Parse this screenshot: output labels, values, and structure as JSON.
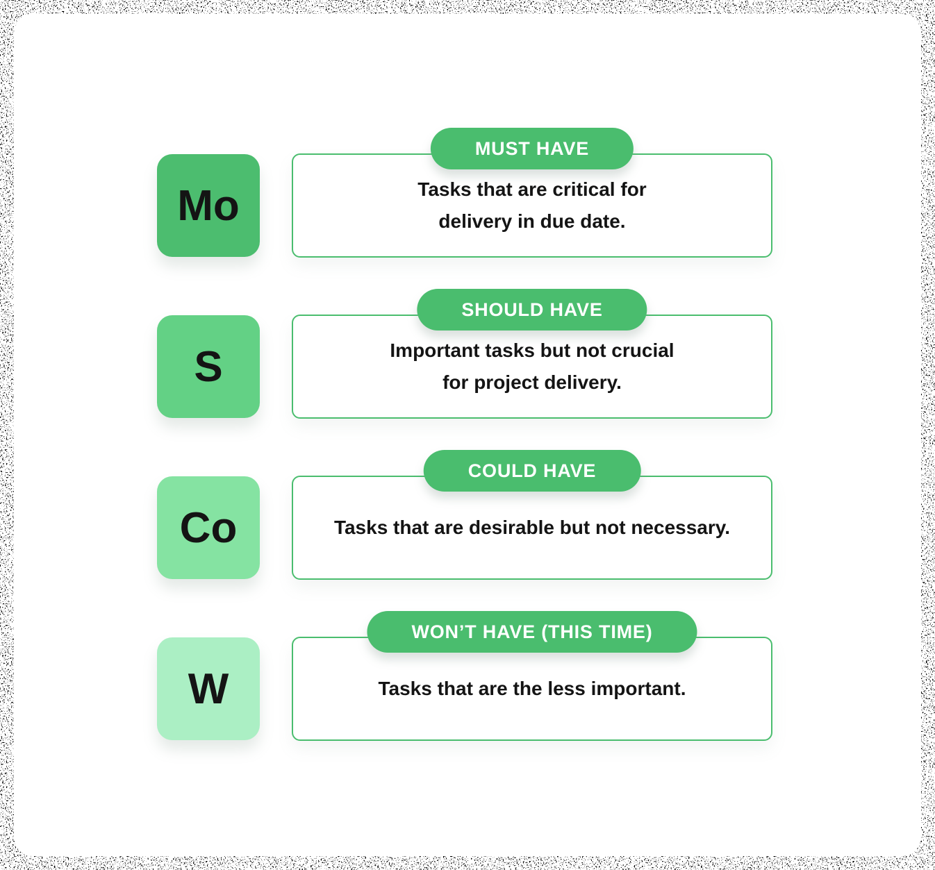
{
  "colors": {
    "frame_noise": "#000000",
    "page_bg": "#ffffff",
    "badge_bg": "#4abd6e",
    "badge_text": "#ffffff",
    "card_border": "#4abd6e",
    "card_bg": "#ffffff",
    "text": "#141414"
  },
  "rows": [
    {
      "abbr": "Mo",
      "abbr_bg": "#4cbd6f",
      "badge_label": "MUST HAVE",
      "lines": [
        "Tasks that are critical for",
        "delivery in due date."
      ]
    },
    {
      "abbr": "S",
      "abbr_bg": "#63d185",
      "badge_label": "SHOULD HAVE",
      "lines": [
        "Important tasks but not crucial",
        "for project delivery."
      ]
    },
    {
      "abbr": "Co",
      "abbr_bg": "#85e3a2",
      "badge_label": "COULD HAVE",
      "lines": [
        "Tasks that are desirable but not necessary."
      ]
    },
    {
      "abbr": "W",
      "abbr_bg": "#abefc4",
      "badge_label": "WON’T HAVE (THIS TIME)",
      "lines": [
        "Tasks that are the less important."
      ]
    }
  ]
}
